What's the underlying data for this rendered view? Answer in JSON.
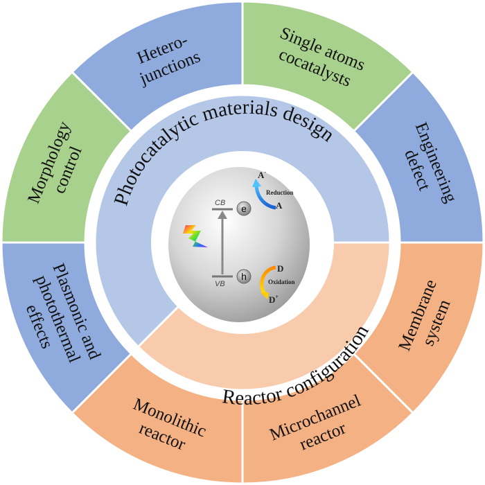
{
  "colors": {
    "blue": "#8faadc",
    "green": "#a9d18e",
    "orange": "#f4b183",
    "inner_blue": "#b4c7e7",
    "inner_peach": "#f8cbad"
  },
  "outer_segments": [
    {
      "name": "hetero-junctions",
      "lines": [
        "Hetero-",
        "junctions"
      ],
      "color": "#8faadc"
    },
    {
      "name": "single-atoms-cocatalysts",
      "lines": [
        "Single atoms",
        "cocatalysts"
      ],
      "color": "#a9d18e"
    },
    {
      "name": "engineering-defect",
      "lines": [
        "Engineering",
        "defect"
      ],
      "color": "#8faadc"
    },
    {
      "name": "membrane-system",
      "lines": [
        "Membrane",
        "system"
      ],
      "color": "#f4b183"
    },
    {
      "name": "microchannel-reactor",
      "lines": [
        "Microchannel",
        "reactor"
      ],
      "color": "#f4b183"
    },
    {
      "name": "monolithic-reactor",
      "lines": [
        "Monolithic",
        "reactor"
      ],
      "color": "#f4b183"
    },
    {
      "name": "plasmonic-photothermal",
      "lines": [
        "Plasmonic and",
        "photothermal",
        "effects"
      ],
      "color": "#8faadc"
    },
    {
      "name": "morphology-control",
      "lines": [
        "Morphology",
        "control"
      ],
      "color": "#a9d18e"
    }
  ],
  "inner_ring": {
    "design": "Photocatalytic materials design",
    "reactor": "Reactor configuration"
  },
  "center": {
    "cb": "CB",
    "vb": "VB",
    "electron": "e",
    "hole": "h",
    "reduction": "Reduction",
    "oxidation": "Oxidation",
    "a": "A",
    "a_minus": "A",
    "a_sup": "-",
    "d": "D",
    "d_plus": "D",
    "d_sup": "+"
  }
}
